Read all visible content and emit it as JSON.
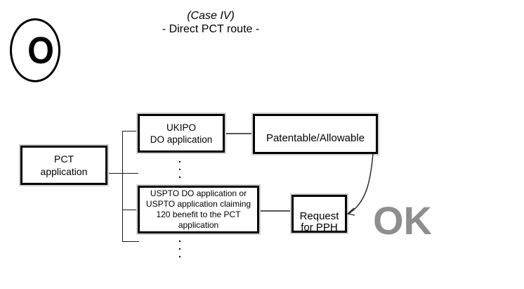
{
  "header": {
    "case_label": "(Case IV)",
    "route_label": "- Direct PCT route -"
  },
  "logo": {
    "letter": "O"
  },
  "diagram": {
    "nodes": {
      "pct": {
        "label": "PCT\napplication"
      },
      "ukipo": {
        "label": "UKIPO\nDO application"
      },
      "patentable": {
        "label": "Patentable/Allowable"
      },
      "uspto": {
        "label": "USPTO DO application or\nUSPTO application claiming\n120 benefit to the PCT\napplication"
      },
      "pph": {
        "label": "Request\nfor PPH"
      }
    },
    "ellipsis_mid": ".\n.\n.",
    "ellipsis_lower": ".\n.\n.",
    "ok_label": "OK"
  },
  "colors": {
    "box_border": "#000000",
    "box_halo": "#d2d2d2",
    "connector": "#1c1c1c",
    "ok_text": "#8e8e8e",
    "text": "#000000",
    "background": "#ffffff"
  }
}
